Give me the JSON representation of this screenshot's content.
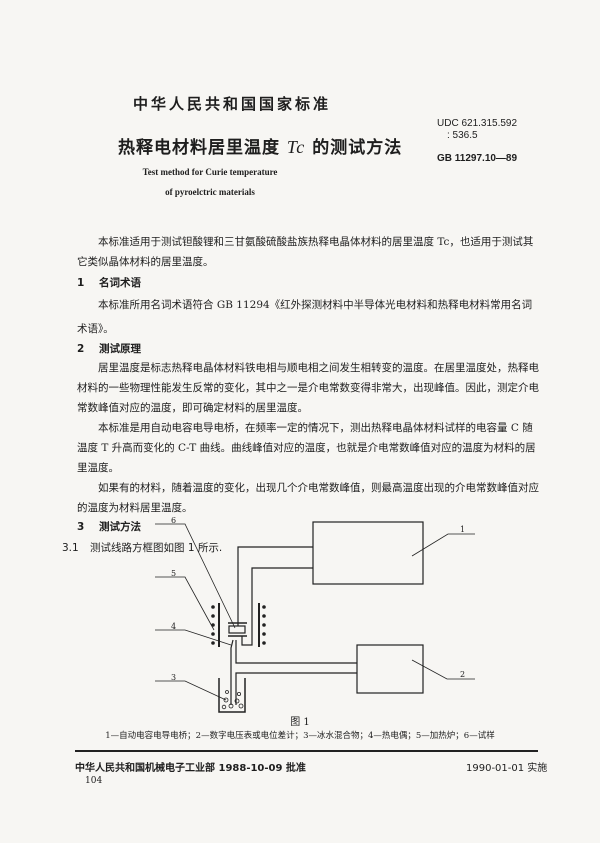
{
  "header": {
    "standard_type": "中华人民共和国国家标准",
    "title_cn_prefix": "热释电材料居里温度",
    "title_symbol": "Tc",
    "title_cn_suffix": "的测试方法",
    "title_en_line1": "Test method for Curie temperature",
    "title_en_line2": "of pyroelctric materials",
    "udc_line1": "UDC 621.315.592",
    "udc_line2": ": 536.5",
    "gb_number": "GB 11297.10—89"
  },
  "body": {
    "intro": "本标准适用于测试钽酸锂和三甘氨酸硫酸盐族热释电晶体材料的居里温度 Tc，也适用于测试其它类似晶体材料的居里温度。",
    "sections": [
      {
        "num": "1",
        "title": "名词术语",
        "paragraphs": [
          "本标准所用名词术语符合 GB 11294《红外探测材料中半导体光电材料和热释电材料常用名词术语》。"
        ]
      },
      {
        "num": "2",
        "title": "测试原理",
        "paragraphs": [
          "居里温度是标志热释电晶体材料铁电相与顺电相之间发生相转变的温度。在居里温度处，热释电材料的一些物理性能发生反常的变化，其中之一是介电常数变得非常大，出现峰值。因此，测定介电常数峰值对应的温度，即可确定材料的居里温度。",
          "本标准是用自动电容电导电桥，在频率一定的情况下，测出热释电晶体材料试样的电容量 C 随温度 T 升高而变化的 C-T 曲线。曲线峰值对应的温度，也就是介电常数峰值对应的温度为材料的居里温度。",
          "如果有的材料，随着温度的变化，出现几个介电常数峰值，则最高温度出现的介电常数峰值对应的温度为材料居里温度。"
        ]
      },
      {
        "num": "3",
        "title": "测试方法",
        "paragraphs": []
      }
    ],
    "subsection_3_1": {
      "num": "3.1",
      "text": "测试线路方框图如图 1 所示."
    }
  },
  "figure": {
    "labels": [
      "1",
      "2",
      "3",
      "4",
      "5",
      "6"
    ],
    "caption": "图 1",
    "legend": "1—自动电容电导电桥；2—数字电压表或电位差计；3—冰水混合物；4—热电偶；5—加热炉；6—试样"
  },
  "footer": {
    "approval": "中华人民共和国机械电子工业部 1988-10-09 批准",
    "effective": "1990-01-01 实施",
    "page_number": "104"
  }
}
